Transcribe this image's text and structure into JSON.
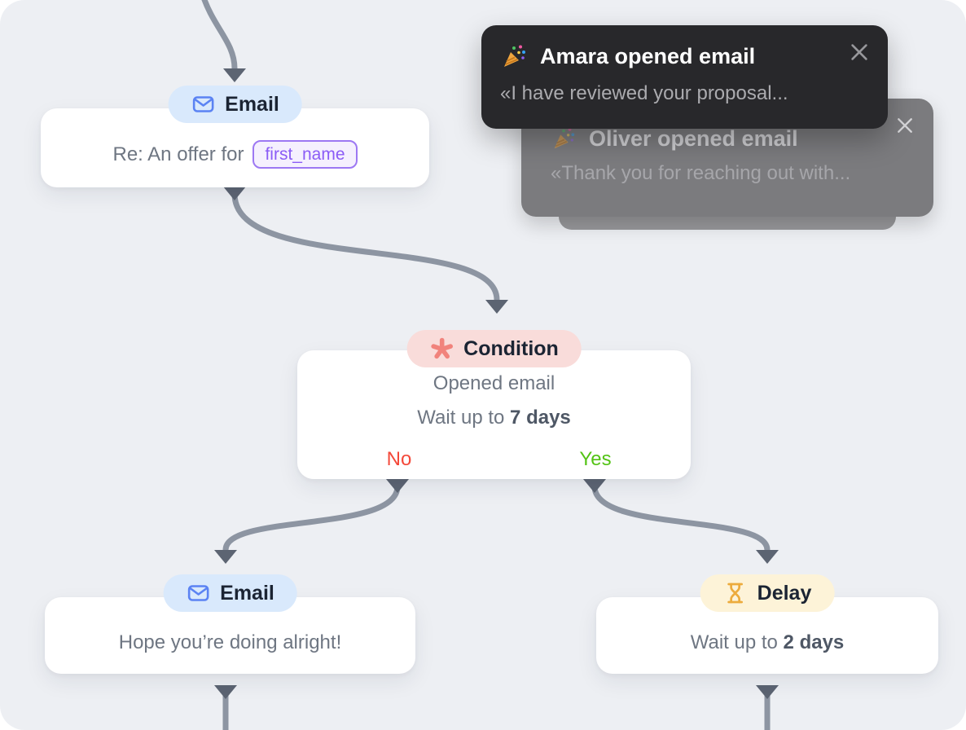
{
  "workflow": {
    "email_top": {
      "type_label": "Email",
      "subject_prefix": "Re: An offer for",
      "variable_chip": "first_name"
    },
    "condition": {
      "type_label": "Condition",
      "rule": "Opened email",
      "wait_prefix": "Wait up to",
      "wait_value": "7 days",
      "branch_no": "No",
      "branch_yes": "Yes"
    },
    "email_followup": {
      "type_label": "Email",
      "subject": "Hope you’re doing alright!"
    },
    "delay": {
      "type_label": "Delay",
      "wait_prefix": "Wait up to",
      "wait_value": "2 days"
    }
  },
  "toasts": {
    "front": {
      "title": "Amara opened email",
      "message": "«I have reviewed your proposal..."
    },
    "back": {
      "title": "Oliver opened email",
      "message": "«Thank you for reaching out with..."
    }
  },
  "icons": {
    "party-popper-icon": "🎉",
    "envelope-icon": "envelope",
    "asterisk-icon": "asterisk",
    "hourglass-icon": "hourglass",
    "close-icon": "×"
  },
  "colors": {
    "canvas_bg": "#edeff3",
    "edge": "#8d95a2",
    "arrowhead": "#5c6472",
    "email_badge_bg": "#d9e9fc",
    "email_icon": "#5b83f3",
    "condition_badge_bg": "#f9dcda",
    "condition_icon": "#f1837c",
    "delay_badge_bg": "#fdf3d8",
    "delay_icon": "#ecab3c",
    "branch_no": "#f4493a",
    "branch_yes": "#53c315",
    "variable_chip_border": "#9d78f3",
    "variable_chip_text": "#8b5cf6",
    "toast_front_bg": "#28282b",
    "toast_back_bg": "#7b7b7e"
  }
}
